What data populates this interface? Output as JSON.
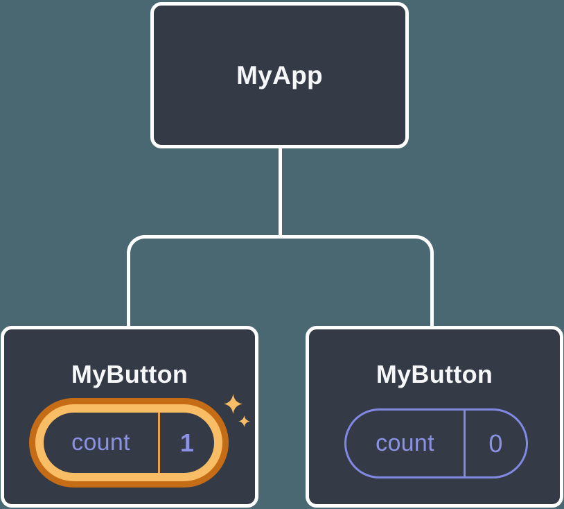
{
  "colors": {
    "canvas-bg": "#4a6872",
    "node-fill": "#343a46",
    "node-border": "#ffffff",
    "connector": "#ffffff",
    "label-text": "#f6f7f9",
    "state-text": "#8b92e4",
    "state-border": "#8289e4",
    "highlight-orange-dark": "#c56c16",
    "highlight-orange-light": "#f9bd66",
    "highlight-divider": "#eca04a"
  },
  "icons": {
    "sparkle": "✦"
  },
  "diagram": {
    "root": {
      "label": "MyApp"
    },
    "children": [
      {
        "label": "MyButton",
        "state_key": "count",
        "state_value": "1",
        "highlighted": true
      },
      {
        "label": "MyButton",
        "state_key": "count",
        "state_value": "0",
        "highlighted": false
      }
    ]
  }
}
